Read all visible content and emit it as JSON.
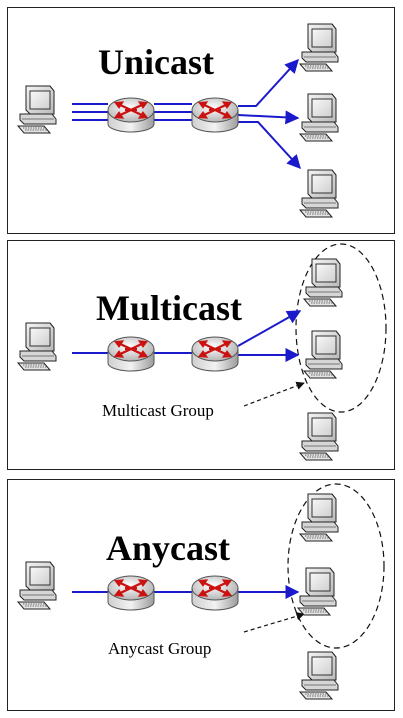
{
  "panels": [
    {
      "title": "Unicast"
    },
    {
      "title": "Multicast",
      "group_label": "Multicast Group"
    },
    {
      "title": "Anycast",
      "group_label": "Anycast Group"
    }
  ],
  "colors": {
    "link": "#1a1acc",
    "router_arrow": "#cc1111",
    "border": "#222222"
  },
  "icons": [
    "computer-icon",
    "router-icon"
  ]
}
